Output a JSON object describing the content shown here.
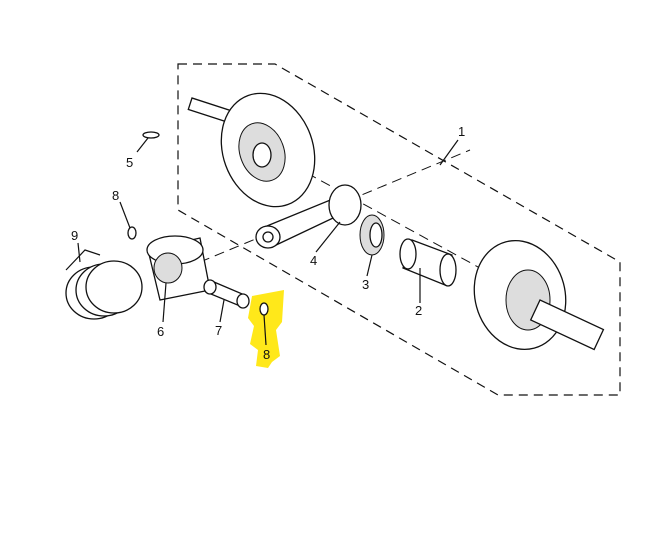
{
  "diagram": {
    "callouts": [
      {
        "id": "1",
        "label": "1"
      },
      {
        "id": "2",
        "label": "2"
      },
      {
        "id": "3",
        "label": "3"
      },
      {
        "id": "4",
        "label": "4"
      },
      {
        "id": "5",
        "label": "5"
      },
      {
        "id": "6",
        "label": "6"
      },
      {
        "id": "7",
        "label": "7"
      },
      {
        "id": "8a",
        "label": "8"
      },
      {
        "id": "8b",
        "label": "8",
        "highlighted": true
      },
      {
        "id": "9",
        "label": "9"
      }
    ],
    "highlight_color": "#ffe81a"
  }
}
